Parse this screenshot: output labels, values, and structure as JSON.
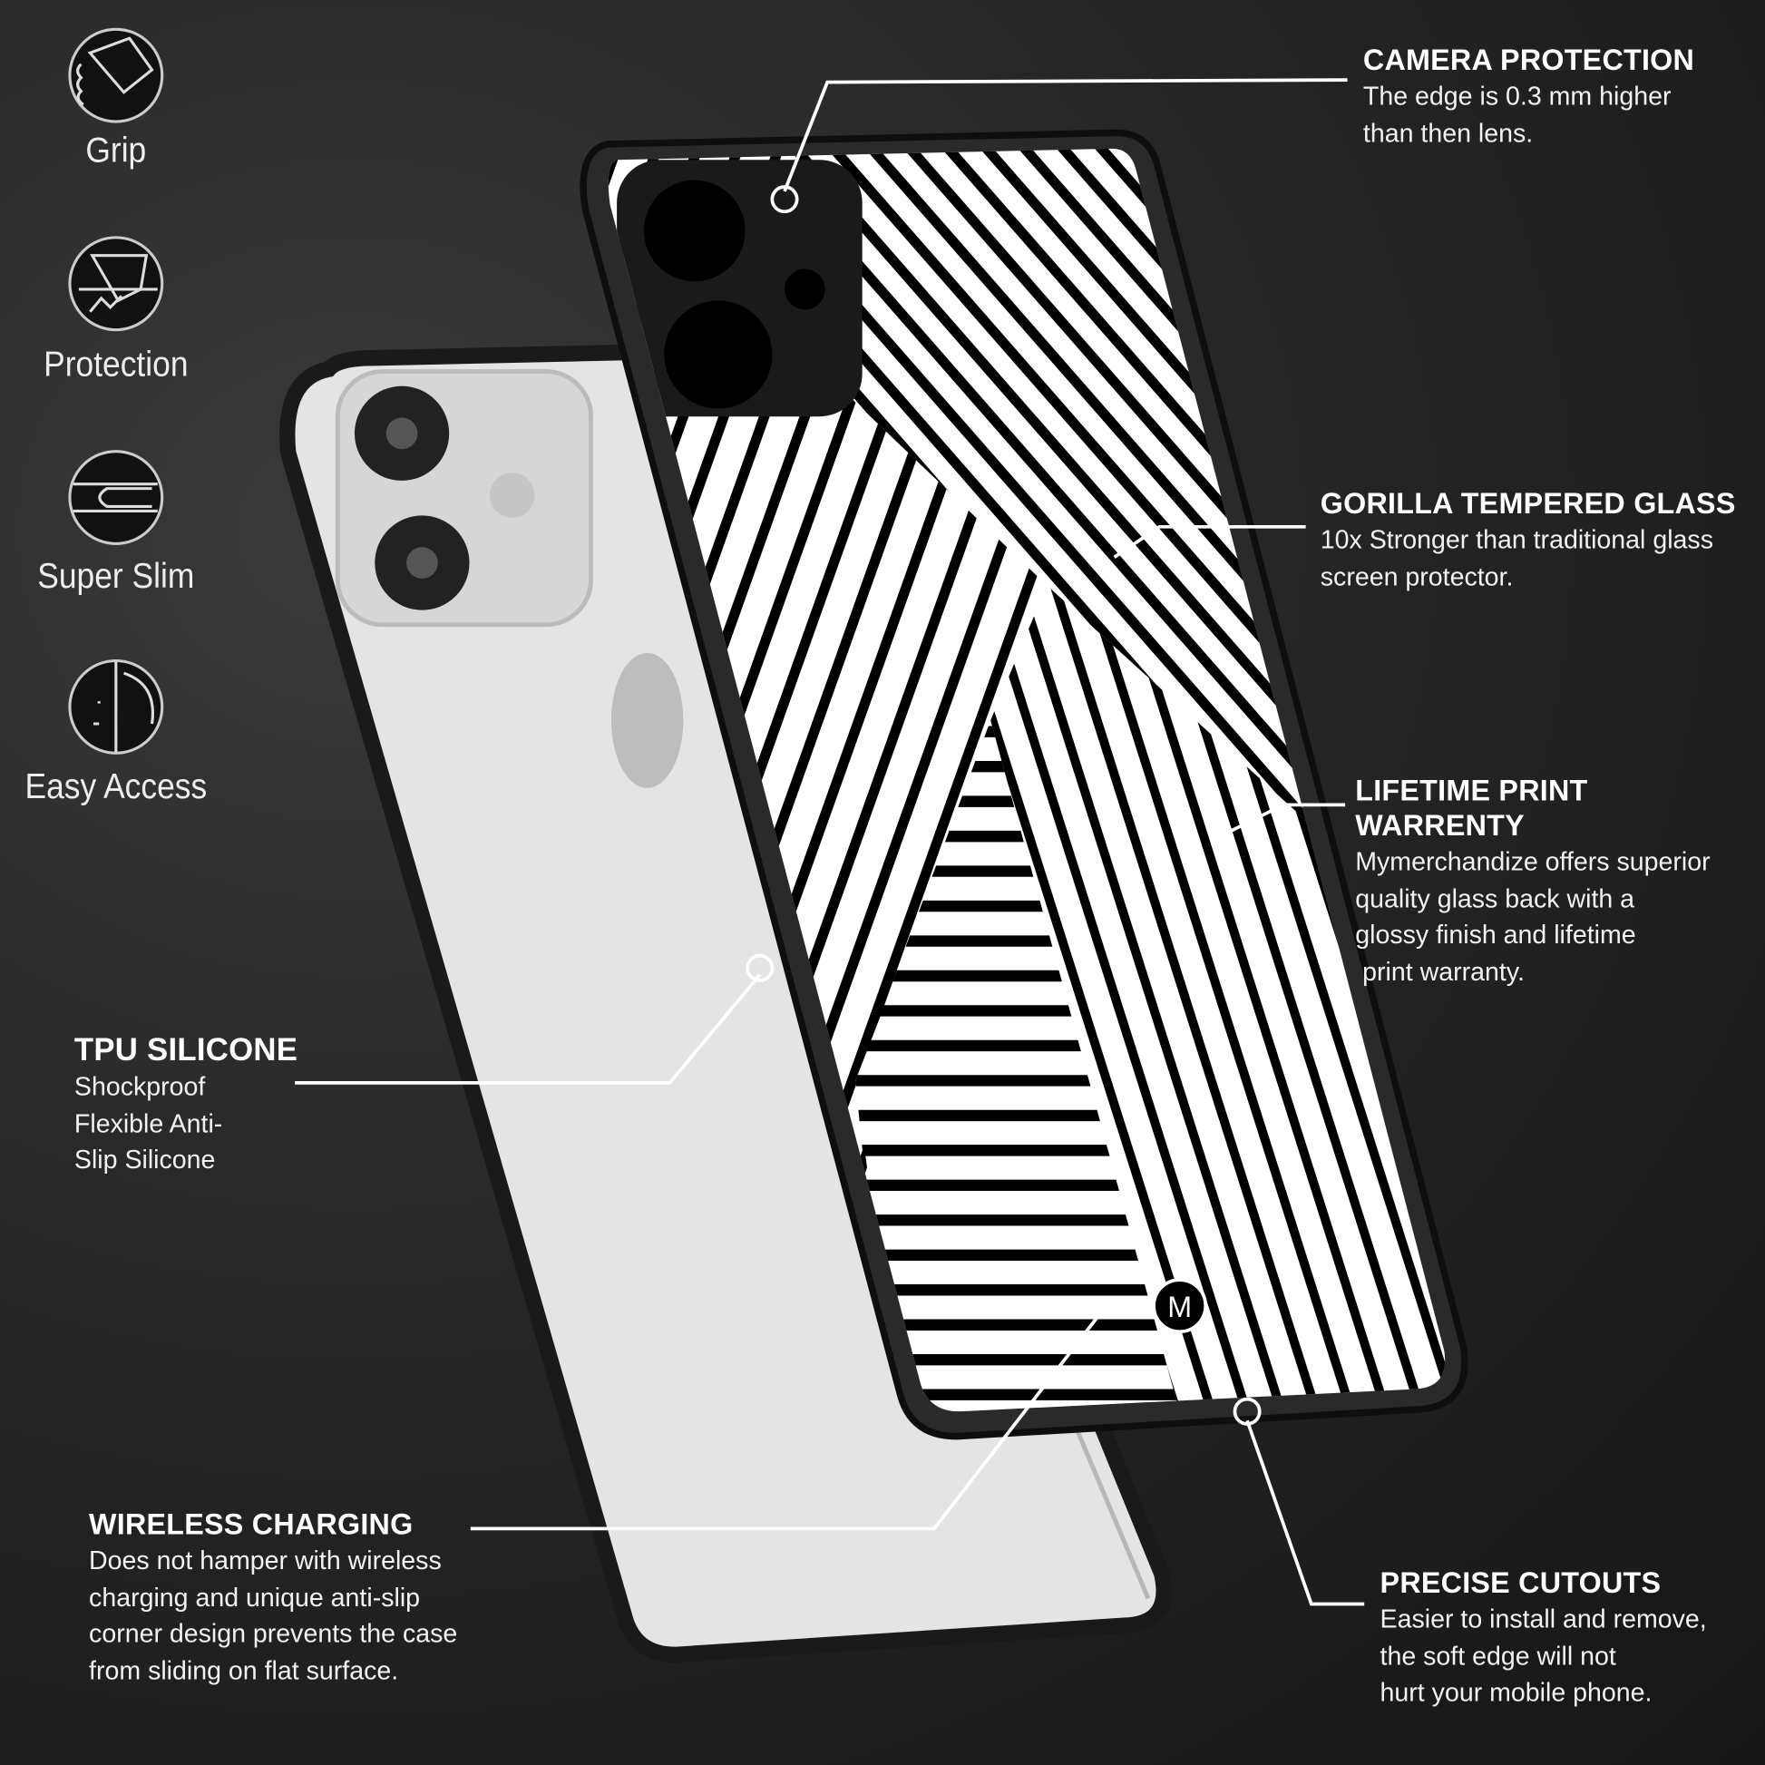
{
  "features": [
    {
      "label": "Grip",
      "icon": "hand-grip-icon"
    },
    {
      "label": "Protection",
      "icon": "impact-protection-icon"
    },
    {
      "label": "Super Slim",
      "icon": "slim-edge-icon"
    },
    {
      "label": "Easy Access",
      "icon": "finger-button-icon"
    }
  ],
  "callouts": {
    "camera": {
      "title": "CAMERA PROTECTION",
      "lines": [
        "The edge is 0.3 mm higher",
        "than then lens."
      ]
    },
    "gorilla": {
      "title": "GORILLA TEMPERED GLASS",
      "lines": [
        "10x Stronger than traditional glass",
        "screen protector."
      ]
    },
    "lifetime": {
      "title": "LIFETIME PRINT WARRENTY",
      "lines": [
        "Mymerchandize offers superior",
        "quality glass back with a",
        "glossy finish and lifetime",
        " print warranty."
      ]
    },
    "tpu": {
      "title": "TPU SILICONE",
      "lines": [
        "Shockproof",
        "Flexible Anti-",
        "Slip Silicone"
      ]
    },
    "wireless": {
      "title": "WIRELESS CHARGING",
      "lines": [
        "Does not hamper with wireless",
        "charging and unique anti-slip",
        "corner design prevents the case",
        "from sliding on flat surface."
      ]
    },
    "cutouts": {
      "title": "PRECISE CUTOUTS",
      "lines": [
        "Easier to install and remove,",
        "the soft edge will not",
        "hurt your mobile phone."
      ]
    }
  },
  "colors": {
    "background": "#262626",
    "text": "#ffffff",
    "stripe": "#000000",
    "glass": "#ffffff"
  }
}
